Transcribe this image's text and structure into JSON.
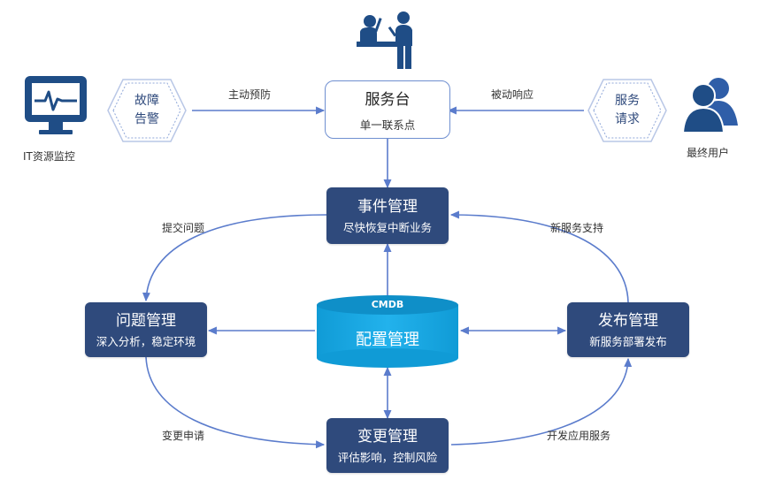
{
  "service_desk": {
    "title": "服务台",
    "subtitle": "单一联系点"
  },
  "it_monitor": {
    "label": "IT资源监控",
    "icon": "monitor-icon"
  },
  "end_user": {
    "label": "最终用户",
    "icon": "users-icon"
  },
  "alarm": {
    "line1": "故障",
    "line2": "告警"
  },
  "request": {
    "line1": "服务",
    "line2": "请求"
  },
  "arrow_labels": {
    "proactive": "主动预防",
    "reactive": "被动响应",
    "submit_problem": "提交问题",
    "new_service_support": "新服务支持",
    "change_request": "变更申请",
    "develop_app_service": "开发应用服务"
  },
  "incident": {
    "title": "事件管理",
    "subtitle": "尽快恢复中断业务"
  },
  "problem": {
    "title": "问题管理",
    "subtitle": "深入分析，稳定环境"
  },
  "release": {
    "title": "发布管理",
    "subtitle": "新服务部署发布"
  },
  "change": {
    "title": "变更管理",
    "subtitle": "评估影响，控制风险"
  },
  "cmdb": {
    "tag": "CMDB",
    "title": "配置管理"
  },
  "colors": {
    "node": "#2f4a7c",
    "line": "#5b7ccc",
    "cmdb": "#1aa6e0",
    "icon": "#1f4d86"
  }
}
